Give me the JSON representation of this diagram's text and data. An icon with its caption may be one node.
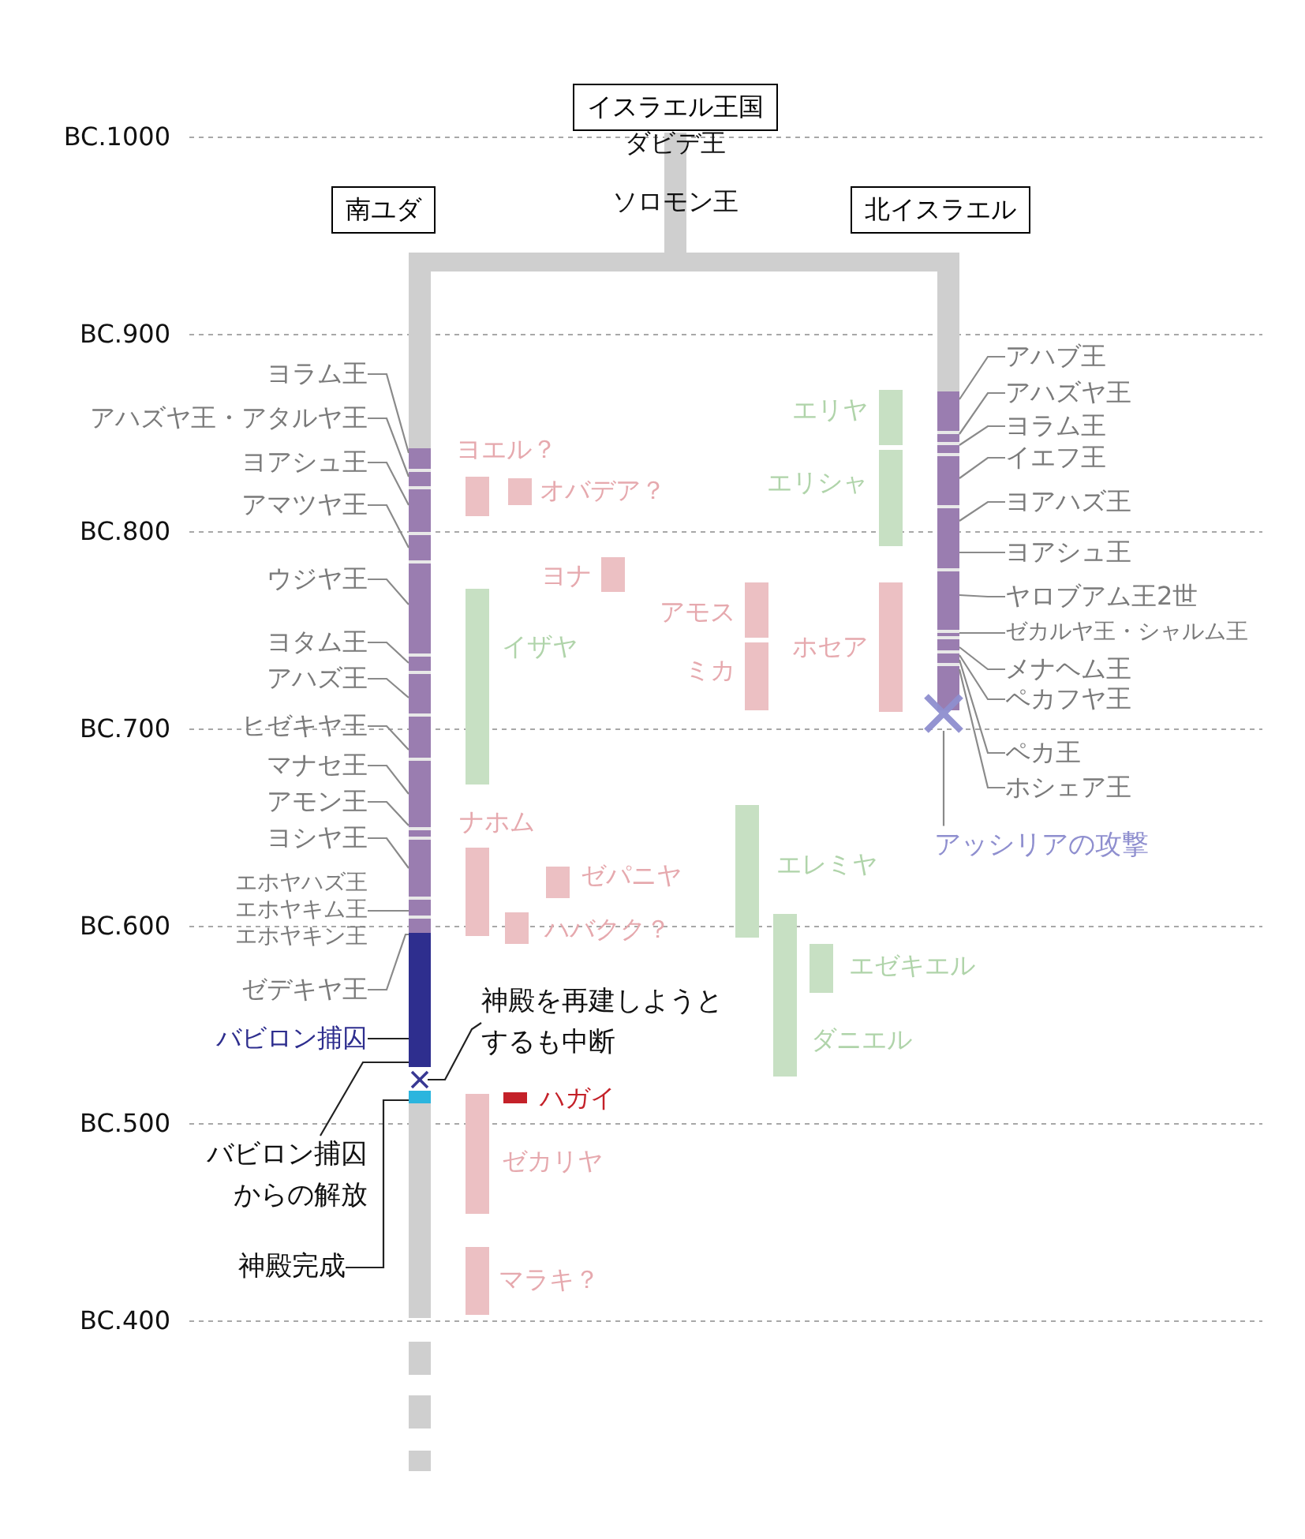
{
  "diagram": {
    "nodes": [
      {
        "text": [
          "イスラエル王国"
        ]
      },
      {
        "text": [
          "南ユダ"
        ]
      },
      {
        "text": [
          "北イスラエル"
        ]
      },
      {
        "text": [
          "ヨラム王"
        ]
      },
      {
        "text": [
          "アハズヤ王・アタルヤ王"
        ]
      },
      {
        "text": [
          "ヨアシュ王"
        ]
      },
      {
        "text": [
          "アマツヤ王"
        ]
      },
      {
        "text": [
          "ウジヤ王"
        ]
      },
      {
        "text": [
          "ヨタム王"
        ]
      },
      {
        "text": [
          "アハズ王"
        ]
      },
      {
        "text": [
          "ヒゼキヤ王"
        ]
      },
      {
        "text": [
          "マナセ王"
        ]
      },
      {
        "text": [
          "アモン王"
        ]
      },
      {
        "text": [
          "ヨシヤ王"
        ]
      },
      {
        "text": [
          "エホヤハズ王"
        ]
      },
      {
        "text": [
          "エホヤキム王"
        ]
      },
      {
        "text": [
          "エホヤキン王"
        ]
      },
      {
        "text": [
          "ゼデキヤ王"
        ]
      },
      {
        "text": [
          "バビロン捕囚"
        ]
      },
      {
        "text": [
          "神殿を再建しようとするも中断"
        ]
      },
      {
        "text": [
          "バビロン捕囚からの解放"
        ]
      },
      {
        "text": [
          "神殿完成"
        ]
      },
      {
        "text": [
          "アハブ王"
        ]
      },
      {
        "text": [
          "アハズヤ王"
        ]
      },
      {
        "text": [
          "ヨラム王"
        ]
      },
      {
        "text": [
          "イエフ王"
        ]
      },
      {
        "text": [
          "ヨアハズ王"
        ]
      },
      {
        "text": [
          "ヨアシュ王"
        ]
      },
      {
        "text": [
          "ヤロブアム王2世"
        ]
      },
      {
        "text": [
          "ゼカルヤ王・シャルム王"
        ]
      },
      {
        "text": [
          "メナヘム王"
        ]
      },
      {
        "text": [
          "ペカフヤ王"
        ]
      },
      {
        "text": [
          "ペカ王"
        ]
      },
      {
        "text": [
          "ホシェア王"
        ]
      },
      {
        "text": [
          "アッシリアの攻撃"
        ]
      },
      {
        "text": [],
        "shape": "bar",
        "beside": [
          "ヨエル？"
        ]
      },
      {
        "text": [],
        "shape": "bar",
        "beside": [
          "オバデア？"
        ]
      },
      {
        "text": [],
        "shape": "bar",
        "beside": [
          "ヨナ"
        ]
      },
      {
        "text": [],
        "shape": "bar",
        "beside": [
          "アモス"
        ]
      },
      {
        "text": [],
        "shape": "bar",
        "beside": [
          "ミカ"
        ]
      },
      {
        "text": [],
        "shape": "bar",
        "beside": [
          "ホセア"
        ]
      },
      {
        "text": [],
        "shape": "bar",
        "beside": [
          "エリヤ"
        ]
      },
      {
        "text": [],
        "shape": "bar",
        "beside": [
          "エリシャ"
        ]
      },
      {
        "text": [],
        "shape": "bar",
        "beside": [
          "イザヤ"
        ]
      },
      {
        "text": [],
        "shape": "bar",
        "beside": [
          "ナホム"
        ]
      },
      {
        "text": [],
        "shape": "bar",
        "beside": [
          "ゼパニヤ"
        ]
      },
      {
        "text": [],
        "shape": "bar",
        "beside": [
          "ハバクク？"
        ]
      },
      {
        "text": [],
        "shape": "bar",
        "beside": [
          "エレミヤ"
        ]
      },
      {
        "text": [],
        "shape": "bar",
        "beside": [
          "エゼキエル"
        ]
      },
      {
        "text": [],
        "shape": "bar",
        "beside": [
          "ダニエル"
        ]
      },
      {
        "text": [],
        "shape": "bar",
        "beside": [
          "ハガイ"
        ]
      },
      {
        "text": [],
        "shape": "bar",
        "beside": [
          "ゼカリヤ"
        ]
      },
      {
        "text": [],
        "shape": "bar",
        "beside": [
          "マラキ？"
        ]
      },
      {
        "text": [],
        "shape": "cross"
      },
      {
        "text": [],
        "shape": "cross"
      },
      {
        "text": [],
        "shape": "bar"
      },
      {
        "text": [],
        "shape": "bar"
      }
    ],
    "edges": [
      {
        "from": 3,
        "to": null,
        "arrow": "none"
      },
      {
        "from": 4,
        "to": null,
        "arrow": "none"
      },
      {
        "from": 5,
        "to": null,
        "arrow": "none"
      },
      {
        "from": 6,
        "to": null,
        "arrow": "none"
      },
      {
        "from": 7,
        "to": null,
        "arrow": "none"
      },
      {
        "from": 8,
        "to": null,
        "arrow": "none"
      },
      {
        "from": 9,
        "to": null,
        "arrow": "none"
      },
      {
        "from": 10,
        "to": null,
        "arrow": "none"
      },
      {
        "from": 11,
        "to": null,
        "arrow": "none"
      },
      {
        "from": 12,
        "to": null,
        "arrow": "none"
      },
      {
        "from": 13,
        "to": null,
        "arrow": "none"
      },
      {
        "from": 15,
        "to": null,
        "arrow": "none"
      },
      {
        "from": 17,
        "to": 55,
        "arrow": "none"
      },
      {
        "from": 18,
        "to": 55,
        "arrow": "none",
        "color": "#222222"
      },
      {
        "from": 19,
        "to": 53,
        "arrow": "none",
        "color": "#222222"
      },
      {
        "from": 20,
        "to": 55,
        "arrow": "none",
        "color": "#222222"
      },
      {
        "from": 21,
        "to": 56,
        "arrow": "none",
        "color": "#222222"
      },
      {
        "from": 22,
        "to": null,
        "arrow": "none"
      },
      {
        "from": 23,
        "to": null,
        "arrow": "none"
      },
      {
        "from": 24,
        "to": null,
        "arrow": "none"
      },
      {
        "from": 25,
        "to": null,
        "arrow": "none"
      },
      {
        "from": 26,
        "to": null,
        "arrow": "none"
      },
      {
        "from": 27,
        "to": null,
        "arrow": "none"
      },
      {
        "from": 28,
        "to": null,
        "arrow": "none"
      },
      {
        "from": 29,
        "to": null,
        "arrow": "none"
      },
      {
        "from": 30,
        "to": null,
        "arrow": "none"
      },
      {
        "from": 31,
        "to": null,
        "arrow": "none"
      },
      {
        "from": 32,
        "to": null,
        "arrow": "none"
      },
      {
        "from": 33,
        "to": null,
        "arrow": "none"
      },
      {
        "from": 34,
        "to": 54,
        "arrow": "none"
      }
    ],
    "labels": [
      "BC.1000",
      "ダビデ王",
      "ソロモン王",
      "BC.900",
      "BC.800",
      "BC.700",
      "BC.600",
      "BC.500",
      "BC.400"
    ]
  }
}
